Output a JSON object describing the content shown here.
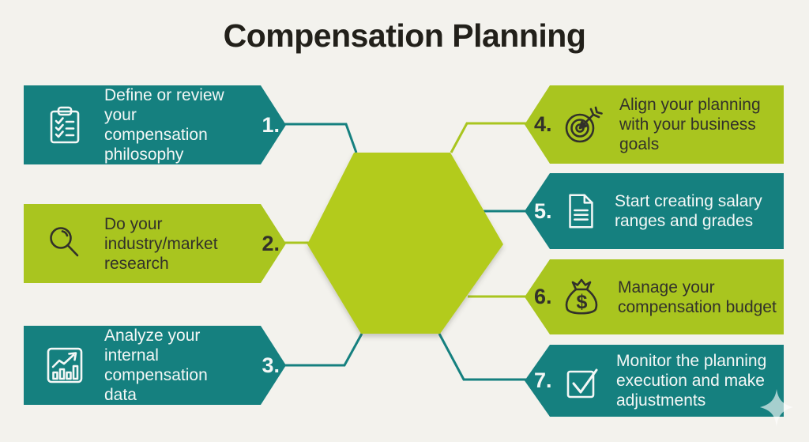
{
  "title": "Compensation Planning",
  "steps": [
    {
      "number": "1.",
      "label": "Define or review your compensation philosophy",
      "icon": "clipboard-checklist-icon",
      "side": "left",
      "theme": "teal"
    },
    {
      "number": "2.",
      "label": "Do your industry/market research",
      "icon": "magnifier-icon",
      "side": "left",
      "theme": "green"
    },
    {
      "number": "3.",
      "label": "Analyze your internal compensation data",
      "icon": "bar-chart-growth-icon",
      "side": "left",
      "theme": "teal"
    },
    {
      "number": "4.",
      "label": "Align your planning with your business goals",
      "icon": "target-arrow-icon",
      "side": "right",
      "theme": "green"
    },
    {
      "number": "5.",
      "label": "Start creating salary ranges and grades",
      "icon": "document-icon",
      "side": "right",
      "theme": "teal"
    },
    {
      "number": "6.",
      "label": "Manage your compensation budget",
      "icon": "money-bag-icon",
      "side": "right",
      "theme": "green"
    },
    {
      "number": "7.",
      "label": "Monitor the planning execution and make adjustments",
      "icon": "checkbox-check-icon",
      "side": "right",
      "theme": "teal"
    }
  ],
  "decor": {
    "center_shape": "hexagon",
    "corner_decoration": "sparkle-icon"
  },
  "colors": {
    "teal": "#15807f",
    "green": "#a9c51f",
    "hexagon_green": "#b3cb1e",
    "background": "#f3f2ed",
    "title_text": "#22201a",
    "dark_text": "#32312a",
    "light_text": "#f4f7f6"
  }
}
